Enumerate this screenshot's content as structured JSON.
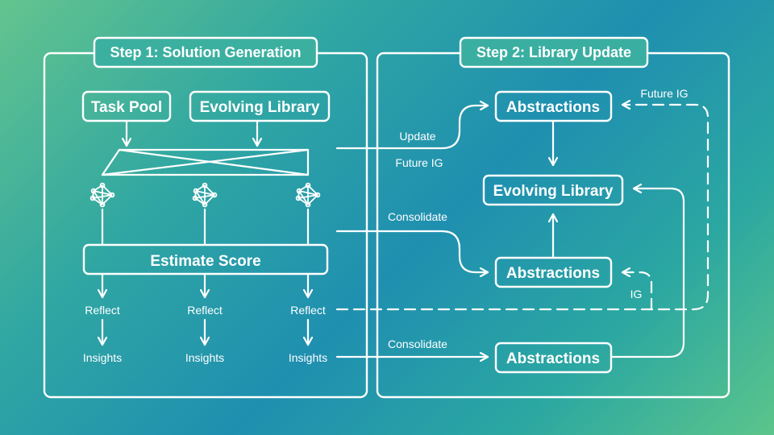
{
  "step1": {
    "title": "Step 1: Solution Generation",
    "task_pool": "Task Pool",
    "evolving_library": "Evolving Library",
    "estimate_score": "Estimate Score",
    "reflect": [
      "Reflect",
      "Reflect",
      "Reflect"
    ],
    "insights": [
      "Insights",
      "Insights",
      "Insights"
    ]
  },
  "step2": {
    "title": "Step 2: Library Update",
    "abstractions_top": "Abstractions",
    "evolving_library": "Evolving Library",
    "abstractions_mid": "Abstractions",
    "abstractions_bottom": "Abstractions"
  },
  "edges": {
    "update": "Update",
    "future_ig_left": "Future IG",
    "consolidate_mid": "Consolidate",
    "consolidate_bottom": "Consolidate",
    "future_ig_right": "Future IG",
    "ig": "IG"
  },
  "icons": [
    "network-icon",
    "arrow-icon"
  ],
  "colors": {
    "line": "#ffffff"
  }
}
